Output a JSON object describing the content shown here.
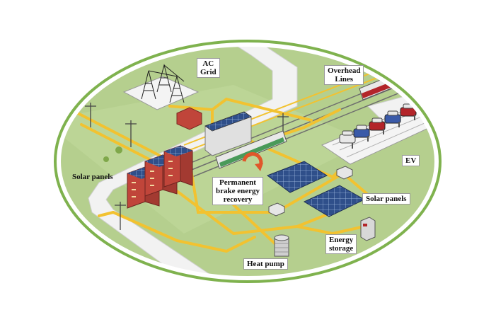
{
  "labels": {
    "ac_grid_line1": "AC",
    "ac_grid_line2": "Grid",
    "overhead_line1": "Overhead",
    "overhead_line2": "Lines",
    "solar_left": "Solar panels",
    "solar_right": "Solar panels",
    "ev": "EV",
    "brake_line1": "Permanent",
    "brake_line2": "brake energy",
    "brake_line3": "recovery",
    "energy_line1": "Energy",
    "energy_line2": "storage",
    "heat_pump": "Heat pump"
  },
  "colors": {
    "ground": "#b5cf8e",
    "ground_light": "#c9dca6",
    "outer_ring": "#7fb24e",
    "road": "#f2f2f2",
    "power_line": "#f2c230",
    "building_red": "#c0453a",
    "solar_blue": "#2f4f8a",
    "track": "#6e6e6e",
    "car_colors": [
      "#3a5aa8",
      "#b3252a",
      "#3a5aa8",
      "#b3252a",
      "#e8e8e8"
    ]
  }
}
